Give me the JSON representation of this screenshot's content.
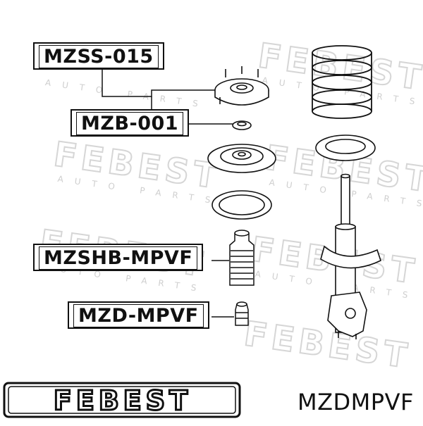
{
  "labels": {
    "mzss": "MZSS-015",
    "mzb": "MZB-001",
    "mzshb": "MZSHB-MPVF",
    "mzd": "MZD-MPVF"
  },
  "watermark": {
    "brand": "FEBEST",
    "tagline": "AUTO PARTS"
  },
  "logo_text": "FEBEST",
  "part_number": "MZDMPVF",
  "colors": {
    "ink": "#111111",
    "watermark": "#d9d9d9",
    "background": "#ffffff"
  }
}
